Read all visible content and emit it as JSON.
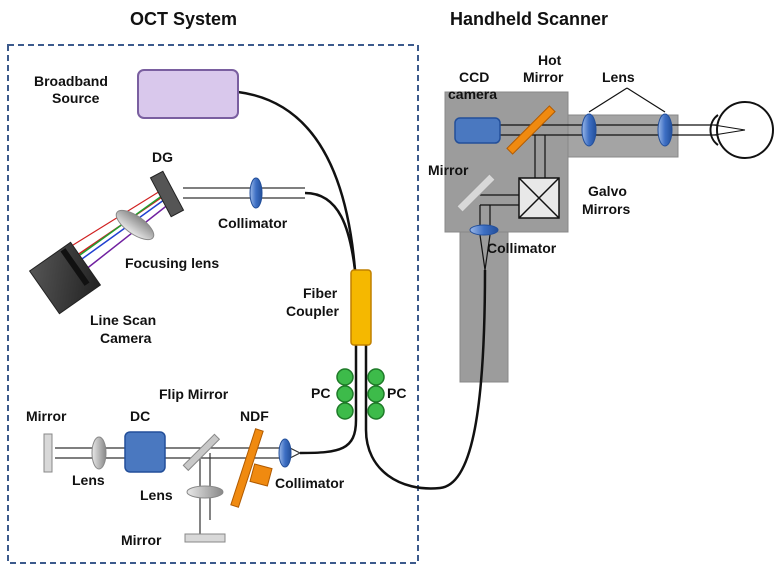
{
  "titles": {
    "oct_system": "OCT System",
    "handheld_scanner": "Handheld Scanner"
  },
  "labels": {
    "broadband_source_1": "Broadband",
    "broadband_source_2": "Source",
    "dg": "DG",
    "collimator_top": "Collimator",
    "focusing_lens": "Focusing lens",
    "line_scan_1": "Line Scan",
    "line_scan_2": "Camera",
    "fiber_coupler_1": "Fiber",
    "fiber_coupler_2": "Coupler",
    "pc_left": "PC",
    "pc_right": "PC",
    "flip_mirror": "Flip Mirror",
    "mirror_left": "Mirror",
    "dc": "DC",
    "ndf": "NDF",
    "lens_ref": "Lens",
    "lens_flip": "Lens",
    "collimator_bottom": "Collimator",
    "mirror_bottom": "Mirror",
    "ccd_1": "CCD",
    "ccd_2": "camera",
    "hot_mirror_1": "Hot",
    "hot_mirror_2": "Mirror",
    "lens_scanner": "Lens",
    "mirror_scanner": "Mirror",
    "galvo_1": "Galvo",
    "galvo_2": "Mirrors",
    "collimator_scanner": "Collimator"
  },
  "colors": {
    "source_fill": "#d9c8ec",
    "source_stroke": "#7a5fa0",
    "blue_component": "#4a78c0",
    "coupler": "#f5b800",
    "pc_green": "#3dbb4a",
    "ndf_orange": "#f08a10",
    "scanner_gray": "#9a9a9a",
    "frame_dash": "#3c5a8c"
  }
}
